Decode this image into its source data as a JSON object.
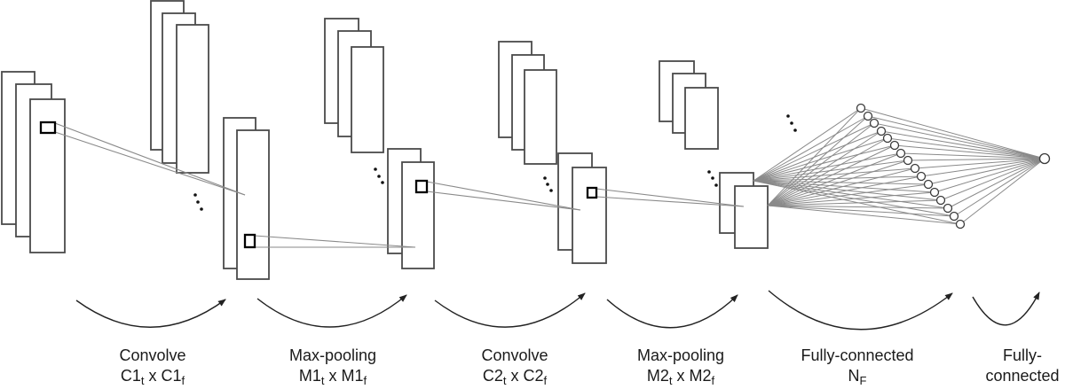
{
  "diagram": {
    "kind": "convolutional-neural-network-pipeline",
    "stages": [
      {
        "name": "input-feature-maps",
        "maps_visible": 3,
        "ellipsis": false,
        "kernel_marker": true
      },
      {
        "name": "convolution-1-output-maps",
        "maps_visible": 5,
        "ellipsis": true,
        "kernel_marker": true
      },
      {
        "name": "max-pooling-1-output-maps",
        "maps_visible": 5,
        "ellipsis": true,
        "kernel_marker": true
      },
      {
        "name": "convolution-2-output-maps",
        "maps_visible": 5,
        "ellipsis": true,
        "kernel_marker": true
      },
      {
        "name": "max-pooling-2-output-maps",
        "maps_visible": 5,
        "ellipsis": true,
        "kernel_marker": false
      },
      {
        "name": "fully-connected-hidden-layer",
        "neurons_visible": 16,
        "ellipsis": true
      },
      {
        "name": "output-unit",
        "neurons_visible": 1
      }
    ]
  },
  "steps": [
    {
      "label": "Convolve",
      "f_base1": "C1",
      "f_sub1": "t",
      "f_mid": " x ",
      "f_base2": "C1",
      "f_sub2": "f"
    },
    {
      "label": "Max-pooling",
      "f_base1": "M1",
      "f_sub1": "t",
      "f_mid": " x ",
      "f_base2": "M1",
      "f_sub2": "f"
    },
    {
      "label": "Convolve",
      "f_base1": "C2",
      "f_sub1": "t",
      "f_mid": " x ",
      "f_base2": "C2",
      "f_sub2": "f"
    },
    {
      "label": "Max-pooling",
      "f_base1": "M2",
      "f_sub1": "t",
      "f_mid": " x ",
      "f_base2": "M2",
      "f_sub2": "f"
    },
    {
      "label": "Fully-connected",
      "f_base1": "N",
      "f_sub1": "F",
      "f_mid": "",
      "f_base2": "",
      "f_sub2": ""
    },
    {
      "label": "Fully-",
      "f_base1": "connected",
      "f_sub1": "",
      "f_mid": "",
      "f_base2": "",
      "f_sub2": ""
    }
  ],
  "colors": {
    "background": "#ffffff",
    "map_stroke": "#4a4a4a",
    "kernel_stroke": "#000000",
    "connection_line": "#8a8a8a",
    "neuron_stroke": "#3a3a3a",
    "dot": "#111111",
    "arrow": "#222222",
    "text": "#1a1a1a"
  }
}
